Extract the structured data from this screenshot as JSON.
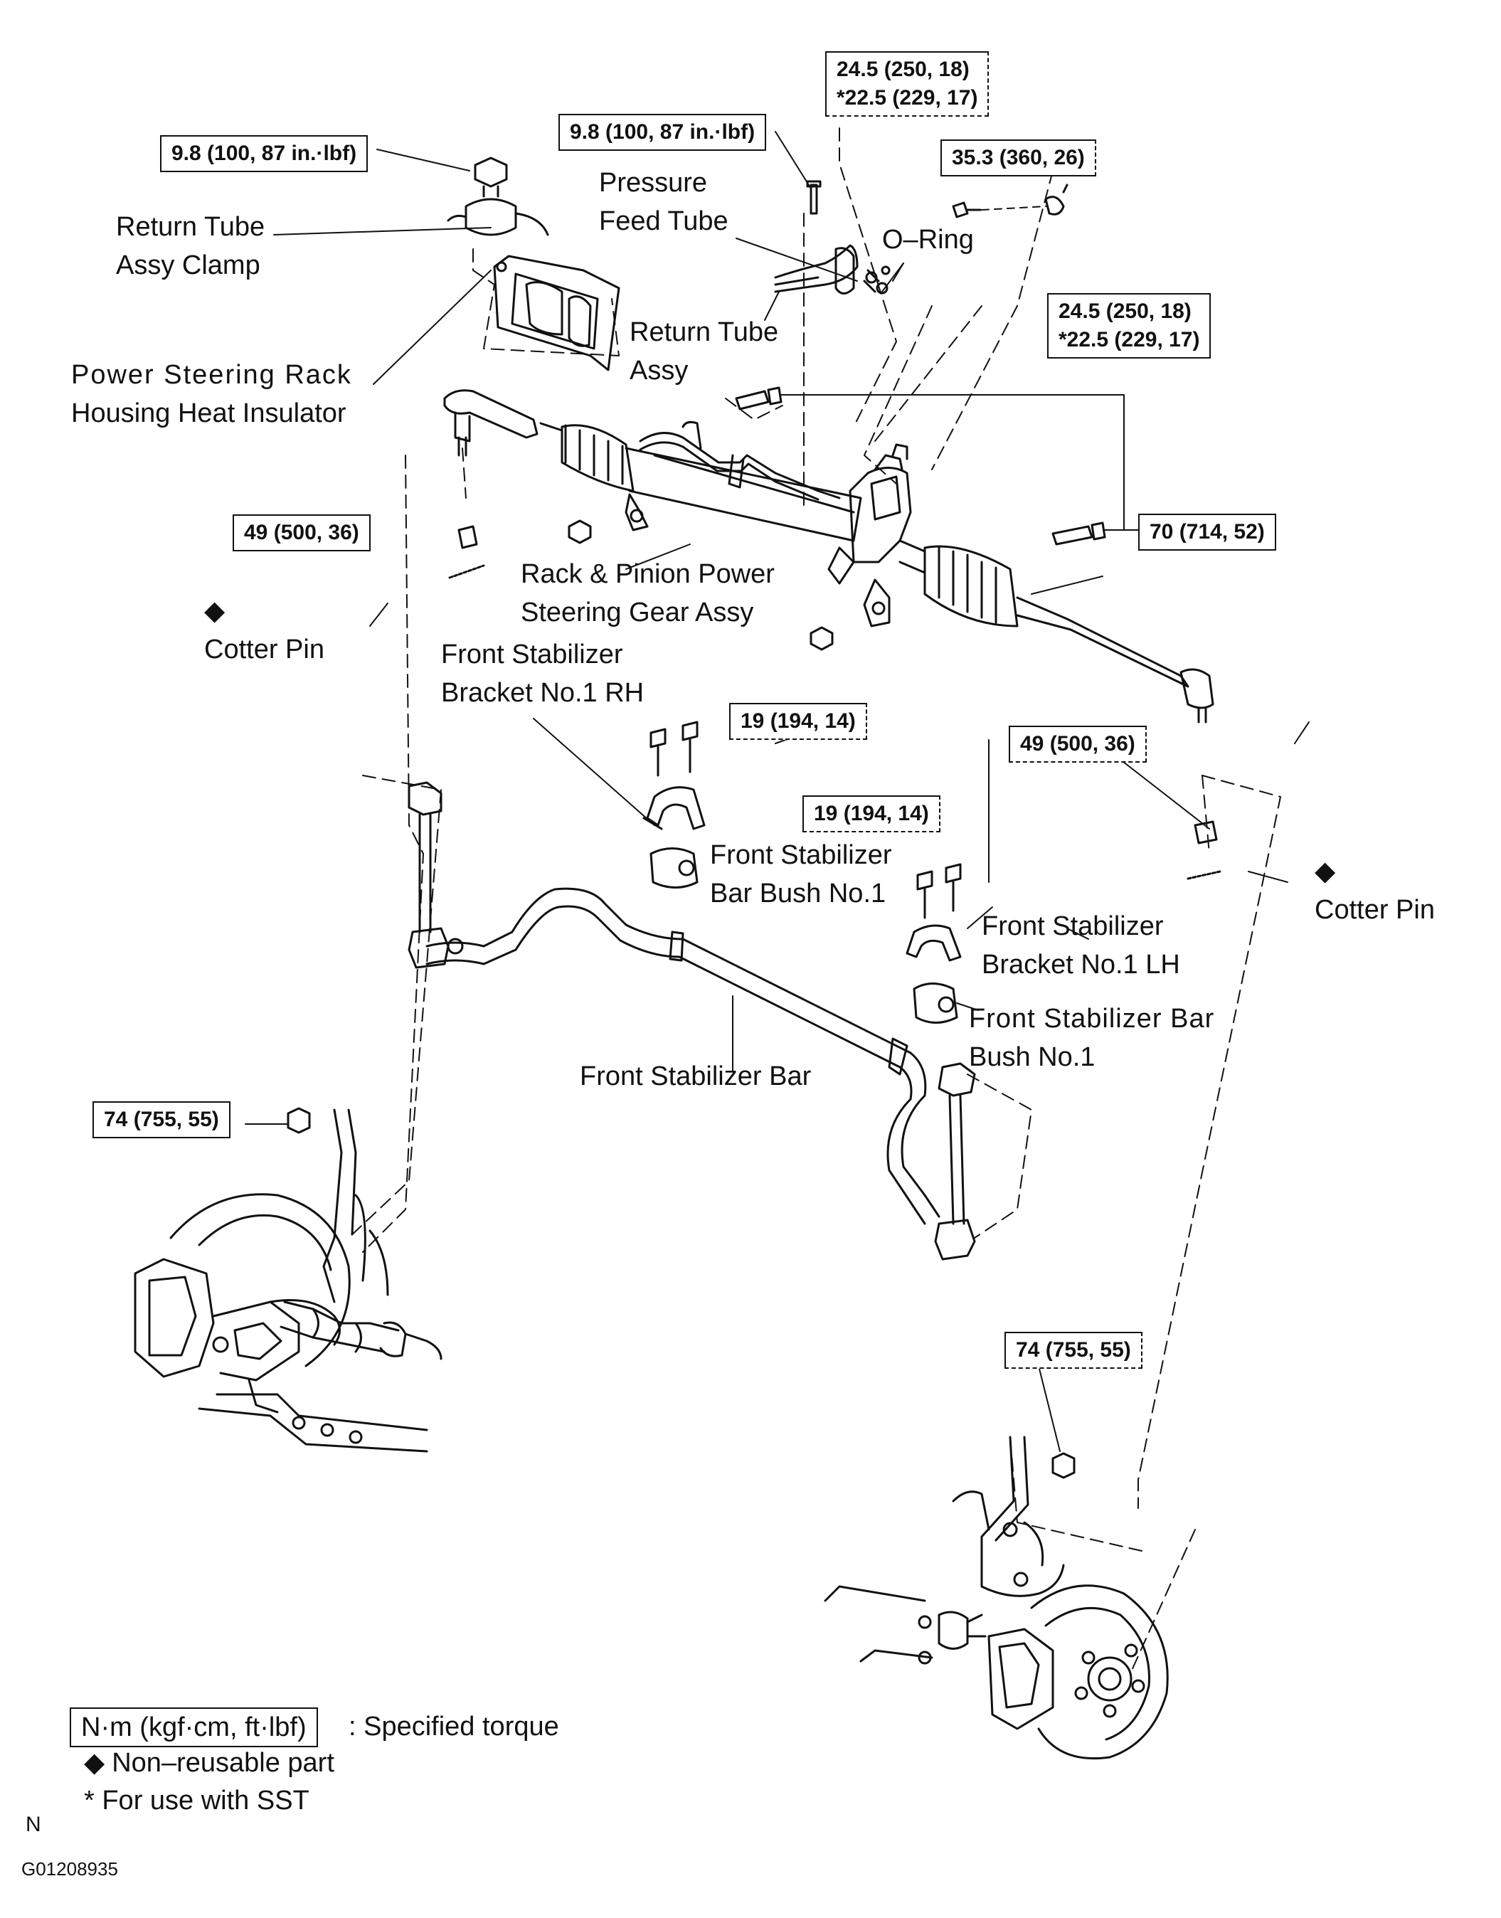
{
  "torques": {
    "t_ret_clamp": "9.8 (100, 87 in.·lbf)",
    "t_pres_feed": "9.8 (100, 87 in.·lbf)",
    "t_top_line1": "24.5 (250, 18)",
    "t_top_line2": "*22.5 (229, 17)",
    "t_353": "35.3 (360, 26)",
    "t_mid_line1": "24.5 (250, 18)",
    "t_mid_line2": "*22.5 (229, 17)",
    "t_49_left": "49 (500, 36)",
    "t_70": "70 (714, 52)",
    "t_19_a": "19 (194, 14)",
    "t_49_right": "49 (500, 36)",
    "t_19_b": "19 (194, 14)",
    "t_74_left": "74 (755, 55)",
    "t_74_right": "74 (755, 55)"
  },
  "labels": {
    "return_tube_clamp_1": "Return Tube",
    "return_tube_clamp_2": "Assy Clamp",
    "heat_insulator_1": "Power Steering Rack",
    "heat_insulator_2": "Housing Heat Insulator",
    "pressure_feed_1": "Pressure",
    "pressure_feed_2": "Feed Tube",
    "o_ring": "O–Ring",
    "return_tube_assy_1": "Return Tube",
    "return_tube_assy_2": "Assy",
    "rack_pinion_1": "Rack & Pinion Power",
    "rack_pinion_2": "Steering Gear Assy",
    "cotter_pin_left": "Cotter Pin",
    "cotter_pin_right": "Cotter Pin",
    "stab_bracket_rh_1": "Front Stabilizer",
    "stab_bracket_rh_2": "Bracket No.1 RH",
    "stab_bush_a_1": "Front Stabilizer",
    "stab_bush_a_2": "Bar Bush No.1",
    "stab_bracket_lh_1": "Front Stabilizer",
    "stab_bracket_lh_2": "Bracket No.1 LH",
    "stab_bush_b_1": "Front Stabilizer Bar",
    "stab_bush_b_2": "Bush No.1",
    "stab_bar": "Front Stabilizer Bar"
  },
  "legend": {
    "unit_box": "N·m (kgf·cm, ft·lbf)",
    "unit_desc": ": Specified torque",
    "non_reusable": "Non–reusable part",
    "sst": "* For use with SST"
  },
  "footer": {
    "letter": "N",
    "code": "G01208935"
  },
  "icons": {
    "non_reusable_mark": "diamond-icon"
  }
}
